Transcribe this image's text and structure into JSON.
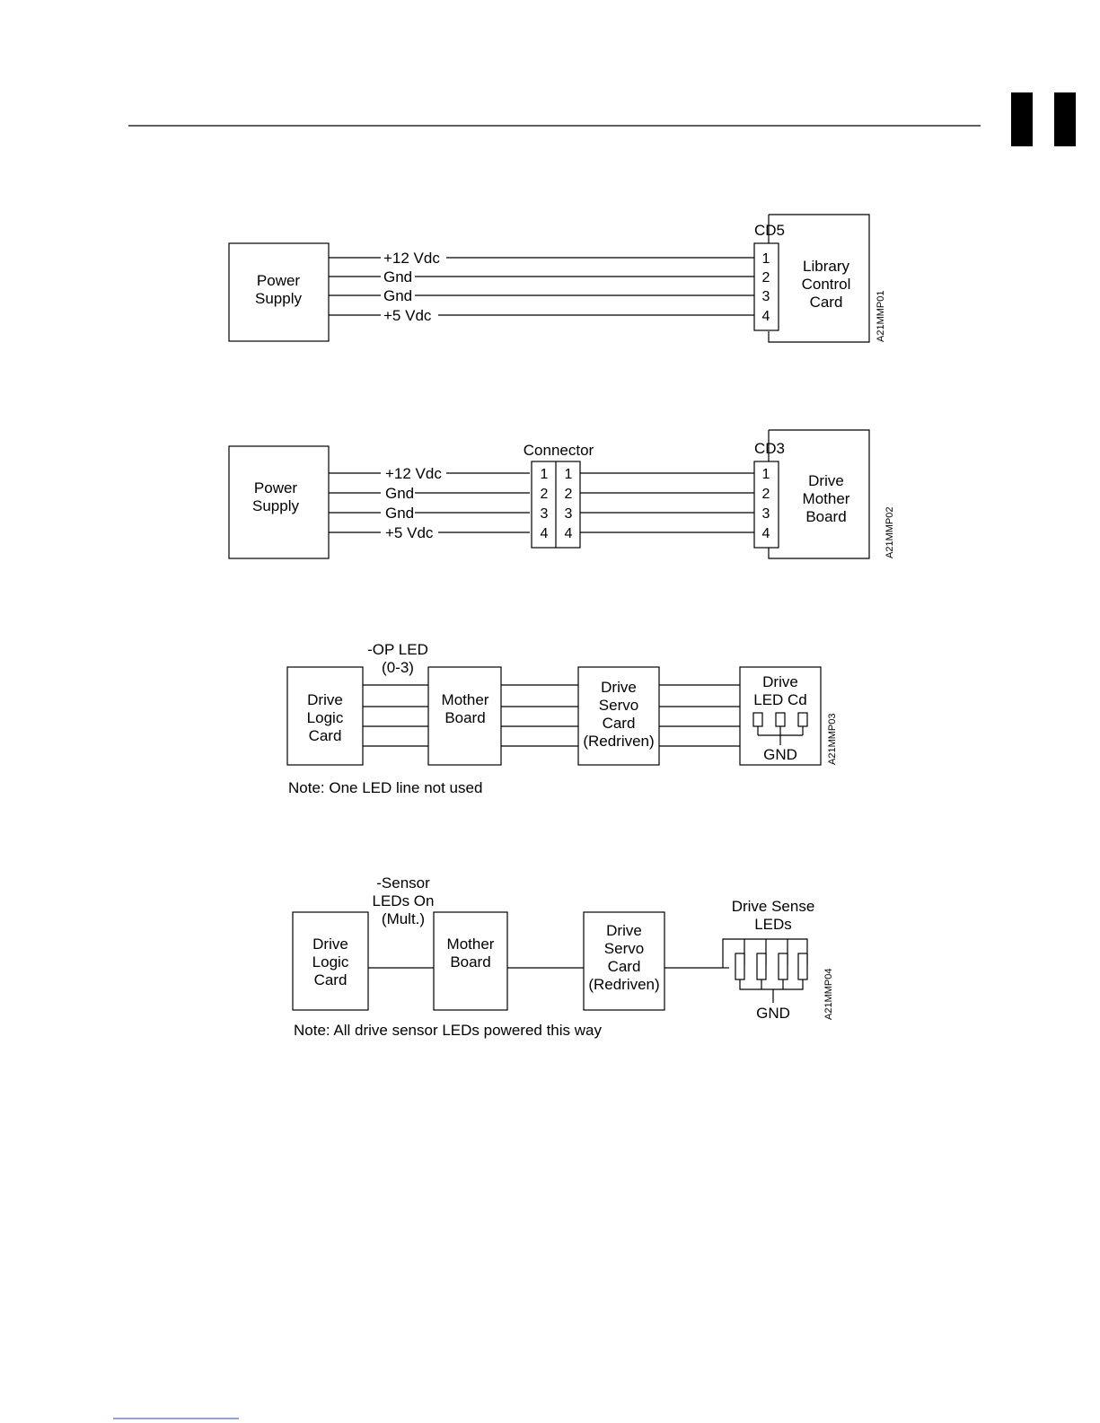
{
  "header": {
    "tab_marker": "tab-bars"
  },
  "diagram1": {
    "power_supply": [
      "Power",
      "Supply"
    ],
    "wires": [
      "+12 Vdc",
      "Gnd",
      "Gnd",
      "+5 Vdc"
    ],
    "connector_label": "CD5",
    "pins": [
      "1",
      "2",
      "3",
      "4"
    ],
    "target": [
      "Library",
      "Control",
      "Card"
    ],
    "figure_id": "A21MMP01"
  },
  "diagram2": {
    "power_supply": [
      "Power",
      "Supply"
    ],
    "wires": [
      "+12 Vdc",
      "Gnd",
      "Gnd",
      "+5 Vdc"
    ],
    "inline_connector_label": "Connector",
    "inline_pins": [
      "1",
      "2",
      "3",
      "4"
    ],
    "connector_label": "CD3",
    "pins": [
      "1",
      "2",
      "3",
      "4"
    ],
    "target": [
      "Drive",
      "Mother",
      "Board"
    ],
    "figure_id": "A21MMP02"
  },
  "diagram3": {
    "signal_label": [
      "-OP LED",
      "(0-3)"
    ],
    "drive_logic": [
      "Drive",
      "Logic",
      "Card"
    ],
    "mother_board": [
      "Mother",
      "Board"
    ],
    "servo_card": [
      "Drive",
      "Servo",
      "Card",
      "(Redriven)"
    ],
    "led_card": [
      "Drive",
      "LED Cd"
    ],
    "gnd": "GND",
    "note": "Note: One LED line not used",
    "figure_id": "A21MMP03"
  },
  "diagram4": {
    "signal_label": [
      "-Sensor",
      "LEDs On",
      "(Mult.)"
    ],
    "drive_logic": [
      "Drive",
      "Logic",
      "Card"
    ],
    "mother_board": [
      "Mother",
      "Board"
    ],
    "servo_card": [
      "Drive",
      "Servo",
      "Card",
      "(Redriven)"
    ],
    "sense_leds": [
      "Drive Sense",
      "LEDs"
    ],
    "gnd": "GND",
    "note": "Note: All drive sensor LEDs powered this way",
    "figure_id": "A21MMP04"
  }
}
